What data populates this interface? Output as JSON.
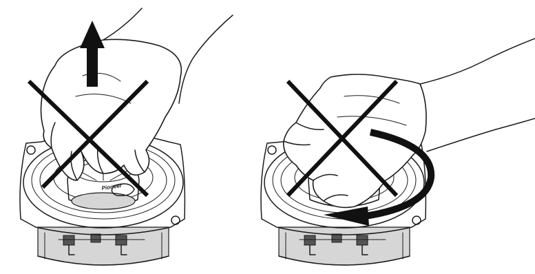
{
  "figure": {
    "panels": [
      {
        "id": "left",
        "action": "pulling-up",
        "prohibited": true,
        "brand_text": "Pioneer"
      },
      {
        "id": "right",
        "action": "twisting",
        "prohibited": true
      }
    ],
    "colors": {
      "ink": "#1a1a1a",
      "cross": "#111111",
      "shade": "#d6d6d6",
      "background": "#ffffff"
    },
    "icons": [
      "up-arrow-icon",
      "prohibited-x-icon",
      "rotate-arrow-icon"
    ]
  }
}
